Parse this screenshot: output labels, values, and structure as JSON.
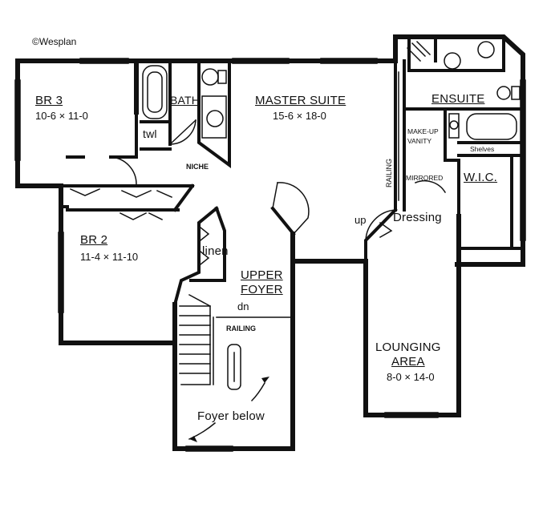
{
  "copyright": "©Wesplan",
  "rooms": {
    "br3": {
      "name": "BR 3",
      "size": "10-6 × 11-0"
    },
    "bath": {
      "name": "BATH"
    },
    "twl": {
      "name": "twl"
    },
    "niche": {
      "name": "NICHE"
    },
    "master_suite": {
      "name": "MASTER SUITE",
      "size": "15-6 × 18-0"
    },
    "ensuite": {
      "name": "ENSUITE"
    },
    "makeup_vanity": {
      "line1": "MAKE-UP",
      "line2": "VANITY"
    },
    "shelves": {
      "name": "Shelves"
    },
    "mirrored": {
      "name": "MIRRORED"
    },
    "wic": {
      "name": "W.I.C."
    },
    "railing_vertical": {
      "name": "RAILING"
    },
    "dressing": {
      "name": "Dressing"
    },
    "up": {
      "name": "up"
    },
    "br2": {
      "name": "BR 2",
      "size": "11-4 × 11-10"
    },
    "linen": {
      "name": "linen"
    },
    "upper_foyer": {
      "line1": "UPPER",
      "line2": "FOYER"
    },
    "dn": {
      "name": "dn"
    },
    "railing_stair": {
      "name": "RAILING"
    },
    "lounging_area": {
      "line1": "LOUNGING",
      "line2": "AREA",
      "size": "8-0 × 14-0"
    },
    "foyer_below": {
      "name": "Foyer below"
    }
  }
}
